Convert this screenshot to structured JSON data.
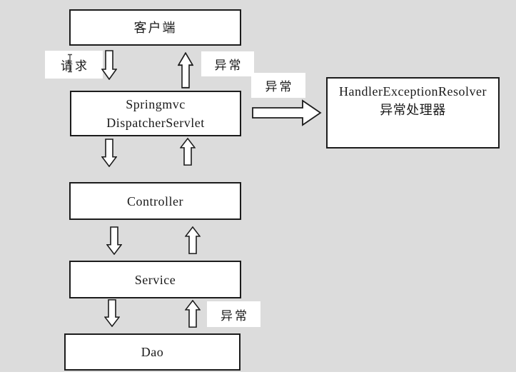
{
  "colors": {
    "canvas_background": "#dcdcdc",
    "box_fill": "#ffffff",
    "line": "#1c1c1c",
    "page_strip": "#ffffff"
  },
  "nodes": {
    "client": {
      "label": "客户端"
    },
    "dispatcher": {
      "line1": "Springmvc",
      "line2": "DispatcherServlet"
    },
    "resolver": {
      "line1": "HandlerExceptionResolver",
      "line2": "异常处理器"
    },
    "controller": {
      "label": "Controller"
    },
    "service": {
      "label": "Service"
    },
    "dao": {
      "label": "Dao"
    }
  },
  "labels": {
    "request": "请求",
    "exception_top": "异常",
    "exception_mid": "异常",
    "exception_bottom": "异常"
  },
  "icons": {
    "down_flow": "arrow-down-icon",
    "up_flow": "arrow-up-icon",
    "exception_flow": "arrow-right-icon",
    "cursor": "text-cursor-icon"
  }
}
